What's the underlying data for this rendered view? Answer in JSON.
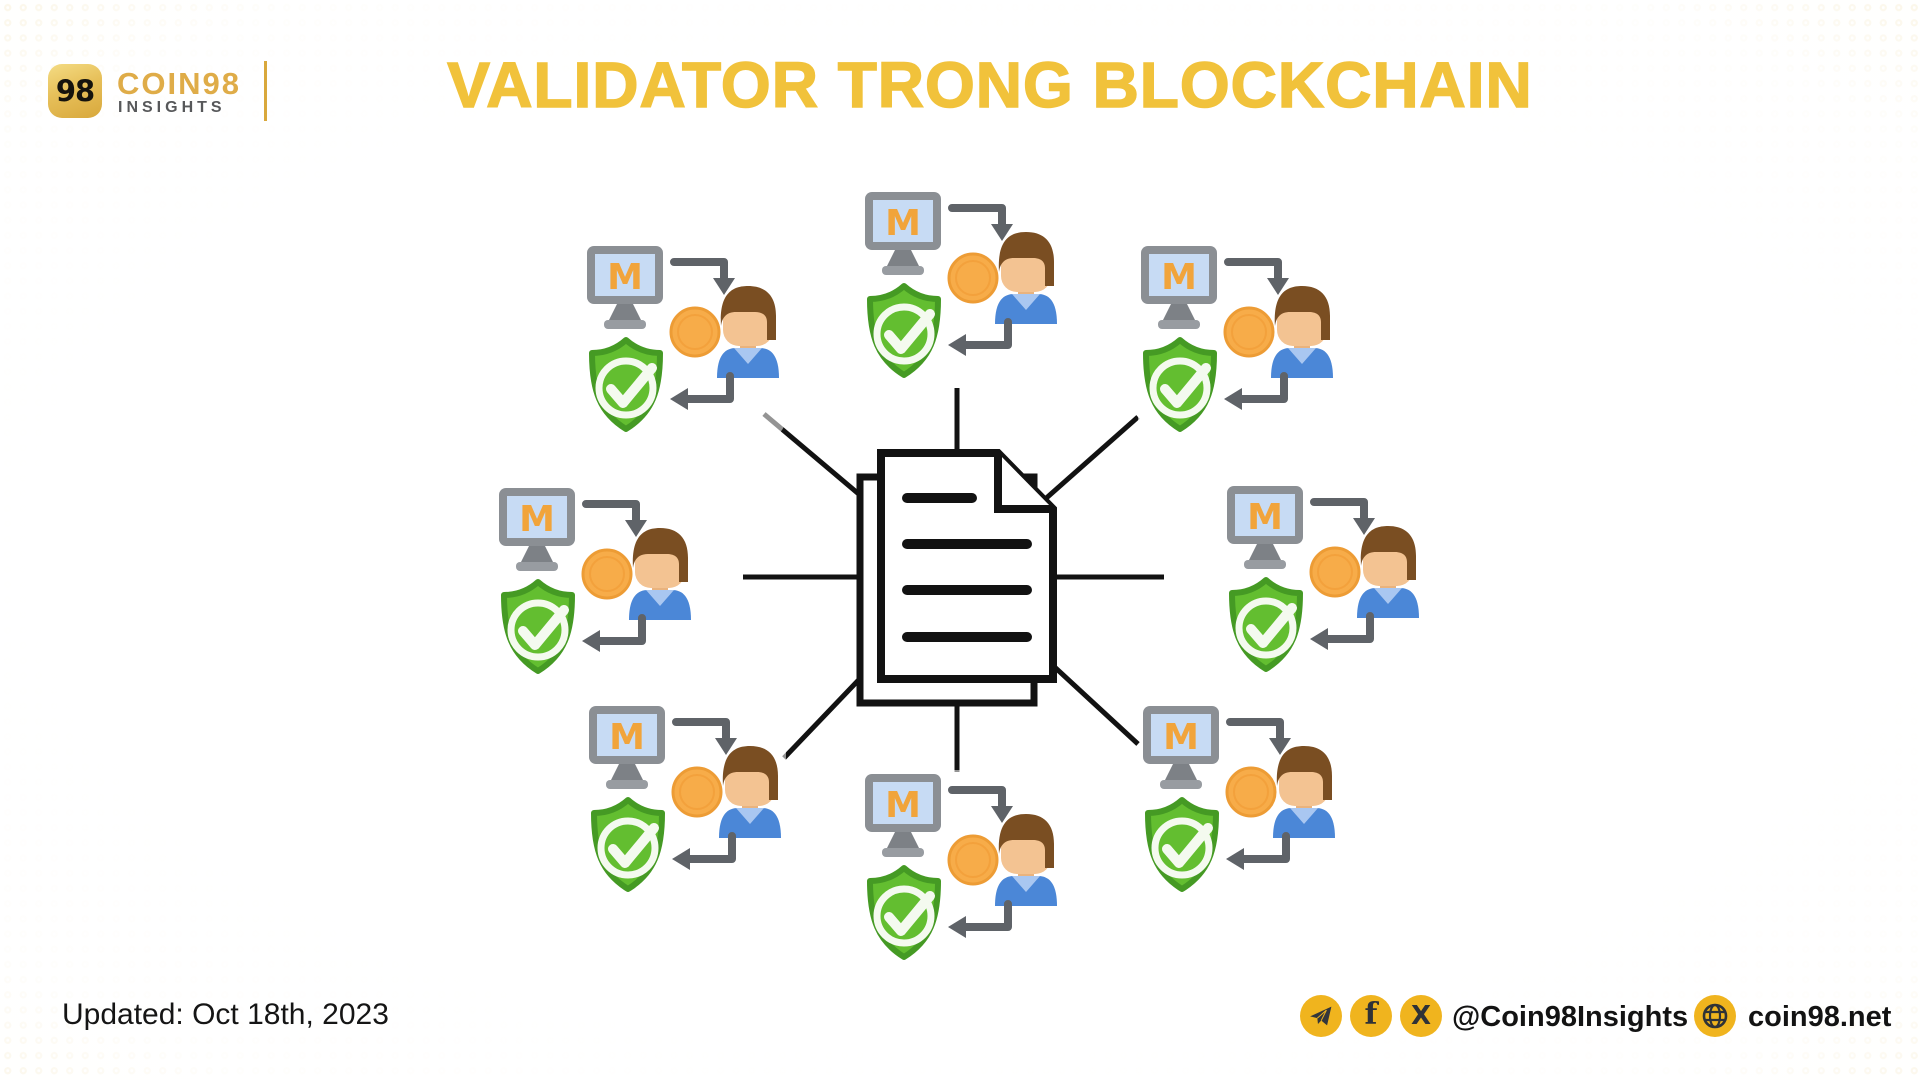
{
  "brand": {
    "logo_mark": "98",
    "name": "COIN98",
    "subtitle": "INSIGHTS"
  },
  "header": {
    "title": "VALIDATOR TRONG BLOCKCHAIN"
  },
  "diagram": {
    "center_icon": "document-icon",
    "monitor_letter": "M",
    "validator_icons": [
      "monitor-icon",
      "transfer-arrow-icon",
      "coin-icon",
      "user-icon",
      "shield-check-icon",
      "return-arrow-icon"
    ],
    "validators": [
      {
        "id": "validator-top"
      },
      {
        "id": "validator-top-right"
      },
      {
        "id": "validator-right"
      },
      {
        "id": "validator-bottom-right"
      },
      {
        "id": "validator-bottom"
      },
      {
        "id": "validator-bottom-left"
      },
      {
        "id": "validator-left"
      },
      {
        "id": "validator-top-left"
      }
    ]
  },
  "footer": {
    "updated": "Updated: Oct 18th, 2023",
    "social_icons": [
      "telegram-icon",
      "facebook-icon",
      "x-icon"
    ],
    "handle": "@Coin98Insights",
    "website_icon": "globe-icon",
    "website": "coin98.net",
    "facebook_glyph": "f",
    "x_glyph": "X"
  },
  "colors": {
    "accent_yellow": "#f1c23b",
    "badge_yellow": "#f0b41e",
    "logo_gold": "#dfac48",
    "shield_green": "#63be30",
    "shield_border_green": "#459a24",
    "coin_orange": "#f7ac49",
    "arrow_gray": "#5f6368",
    "screen_blue": "#c7dbf4",
    "shirt_blue": "#4b87d7",
    "ink": "#121212"
  }
}
